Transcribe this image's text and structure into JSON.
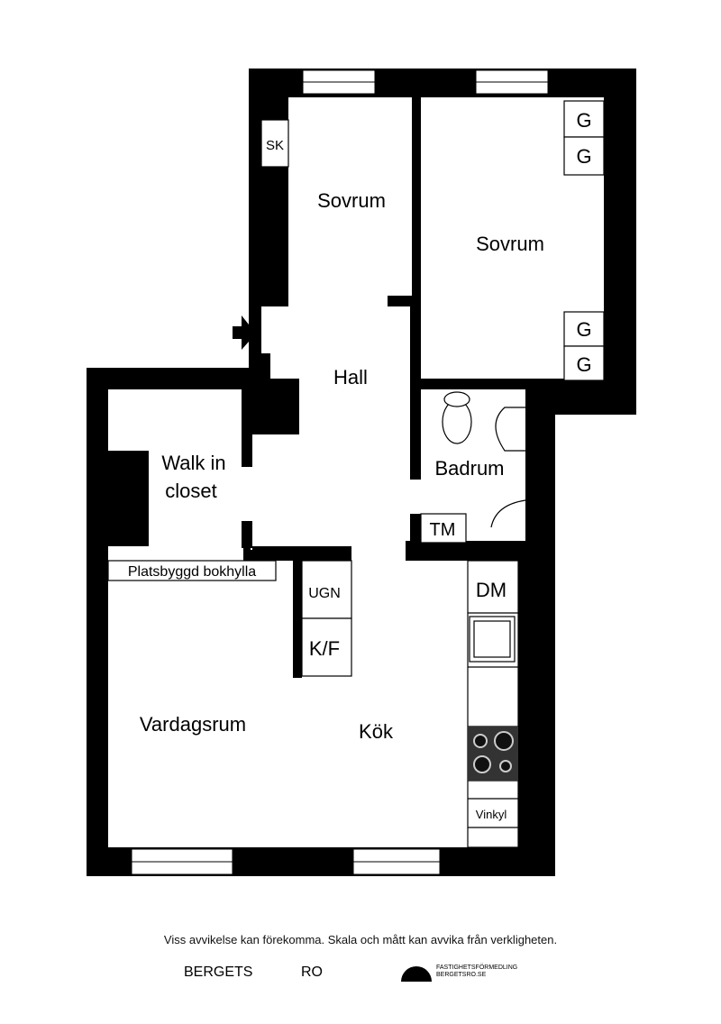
{
  "rooms": {
    "bedroom_small": "Sovrum",
    "bedroom_large": "Sovrum",
    "hall": "Hall",
    "walk_in_line1": "Walk in",
    "walk_in_line2": "closet",
    "bathroom": "Badrum",
    "living_room": "Vardagsrum",
    "kitchen": "Kök"
  },
  "fixtures": {
    "closet_sk": "SK",
    "wardrobe": "G",
    "washing_machine": "TM",
    "bookshelf": "Platsbyggd bokhylla",
    "oven": "UGN",
    "fridge_freezer": "K/F",
    "dishwasher": "DM",
    "corner_cabinet": "Vinkyl"
  },
  "footer": {
    "disclaimer": "Viss avvikelse kan förekomma. Skala och mått kan avvika från verkligheten.",
    "logo_left": "BERGETS",
    "logo_mid": "RO",
    "logo_line1": "FASTIGHETSFÖRMEDLING",
    "logo_line2": "BERGETSRO.SE"
  }
}
